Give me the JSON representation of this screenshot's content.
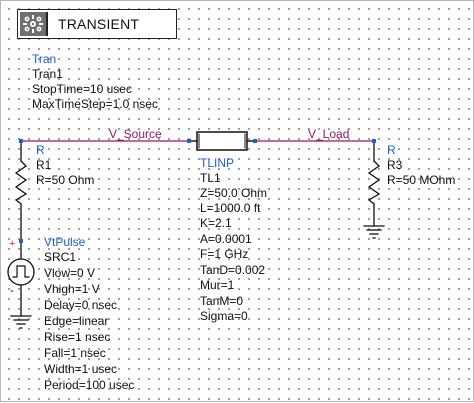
{
  "controller": {
    "title": "TRANSIENT",
    "icon": "gear-cluster-icon",
    "type_label": "Tran",
    "name": "Tran1",
    "params": [
      "StopTime=10 usec",
      "MaxTimeStep=1.0 nsec"
    ]
  },
  "nets": {
    "source": "V_Source",
    "load": "V_Load"
  },
  "r1": {
    "type_label": "R",
    "name": "R1",
    "params": [
      "R=50 Ohm"
    ]
  },
  "r3": {
    "type_label": "R",
    "name": "R3",
    "params": [
      "R=50 MOhm"
    ]
  },
  "tl1": {
    "type_label": "TLINP",
    "name": "TL1",
    "params": [
      "Z=50.0 Ohm",
      "L=1000.0 ft",
      "K=2.1",
      "A=0.0001",
      "F=1 GHz",
      "TanD=0.002",
      "Mur=1",
      "TanM=0",
      "Sigma=0"
    ]
  },
  "src1": {
    "type_label": "VtPulse",
    "name": "SRC1",
    "plus": "+",
    "minus": "-",
    "params": [
      "Vlow=0 V",
      "Vhigh=1 V",
      "Delay=0 nsec",
      "Edge=linear",
      "Rise=1 nsec",
      "Fall=1 nsec",
      "Width=1 usec",
      "Period=100 usec"
    ]
  },
  "colors": {
    "wire_source": "#9a1464",
    "wire_load": "#9a1464",
    "component": "#111111",
    "type_label": "#1f5fd0"
  }
}
